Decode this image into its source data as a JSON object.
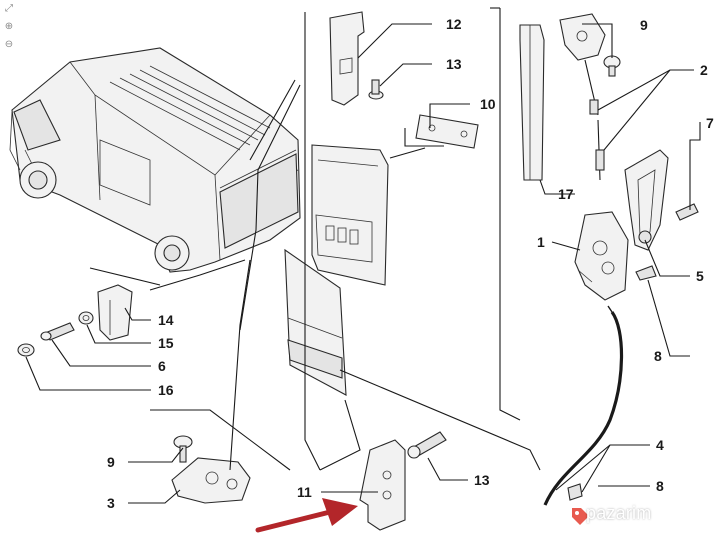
{
  "callouts": {
    "n1": "1",
    "n2": "2",
    "n3": "3",
    "n4": "4",
    "n5": "5",
    "n6": "6",
    "n7": "7",
    "n8a": "8",
    "n8b": "8",
    "n9a": "9",
    "n9b": "9",
    "n10": "10",
    "n11": "11",
    "n12": "12",
    "n13a": "13",
    "n13b": "13",
    "n14": "14",
    "n15": "15",
    "n16": "16",
    "n17": "17"
  },
  "toolbar": {
    "fit_icon": "expand-icon",
    "zoom_in_icon": "zoom-in-icon",
    "zoom_out_icon": "zoom-out-icon"
  },
  "watermark": {
    "text": "pazarim"
  },
  "colors": {
    "arrow": "#b3262a",
    "line": "#1a1a1a",
    "part_fill": "#f2f2f2"
  }
}
